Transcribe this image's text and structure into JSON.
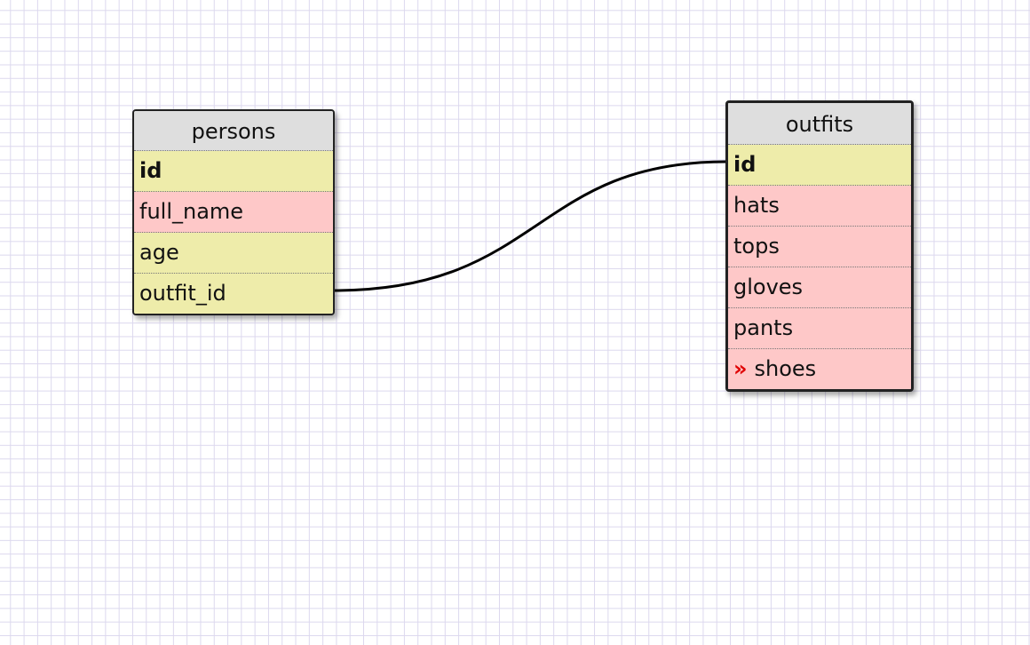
{
  "tables": {
    "persons": {
      "title": "persons",
      "fields": [
        {
          "label": "id",
          "key": true,
          "color": "yellow"
        },
        {
          "label": "full_name",
          "key": false,
          "color": "pink"
        },
        {
          "label": "age",
          "key": false,
          "color": "yellow"
        },
        {
          "label": "outfit_id",
          "key": false,
          "color": "yellow"
        }
      ]
    },
    "outfits": {
      "title": "outfits",
      "fields": [
        {
          "label": "id",
          "key": true,
          "color": "yellow"
        },
        {
          "label": "hats",
          "key": false,
          "color": "pink"
        },
        {
          "label": "tops",
          "key": false,
          "color": "pink"
        },
        {
          "label": "gloves",
          "key": false,
          "color": "pink"
        },
        {
          "label": "pants",
          "key": false,
          "color": "pink"
        },
        {
          "label": "shoes",
          "key": false,
          "color": "pink",
          "marker": "»"
        }
      ]
    }
  },
  "relations": [
    {
      "from": "persons.outfit_id",
      "to": "outfits.id"
    }
  ],
  "colors": {
    "yellow_row": "#eeecaa",
    "pink_row": "#fec8c8",
    "header": "#dedede",
    "grid": "#dcd8ee",
    "marker": "#e00000"
  }
}
